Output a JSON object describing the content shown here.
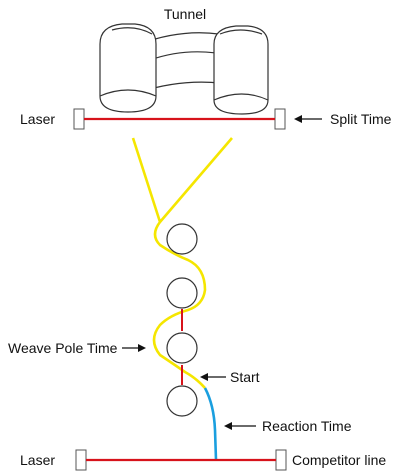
{
  "labels": {
    "tunnel": "Tunnel",
    "laser_top": "Laser",
    "split_time": "Split Time",
    "weave_pole_time": "Weave Pole Time",
    "start": "Start",
    "reaction_time": "Reaction Time",
    "laser_bottom": "Laser",
    "competitor_line": "Competitor line"
  },
  "colors": {
    "laser_beam": "#d7131b",
    "dog_path": "#f5e600",
    "reaction_path": "#1a9fdf",
    "outline": "#333333"
  }
}
